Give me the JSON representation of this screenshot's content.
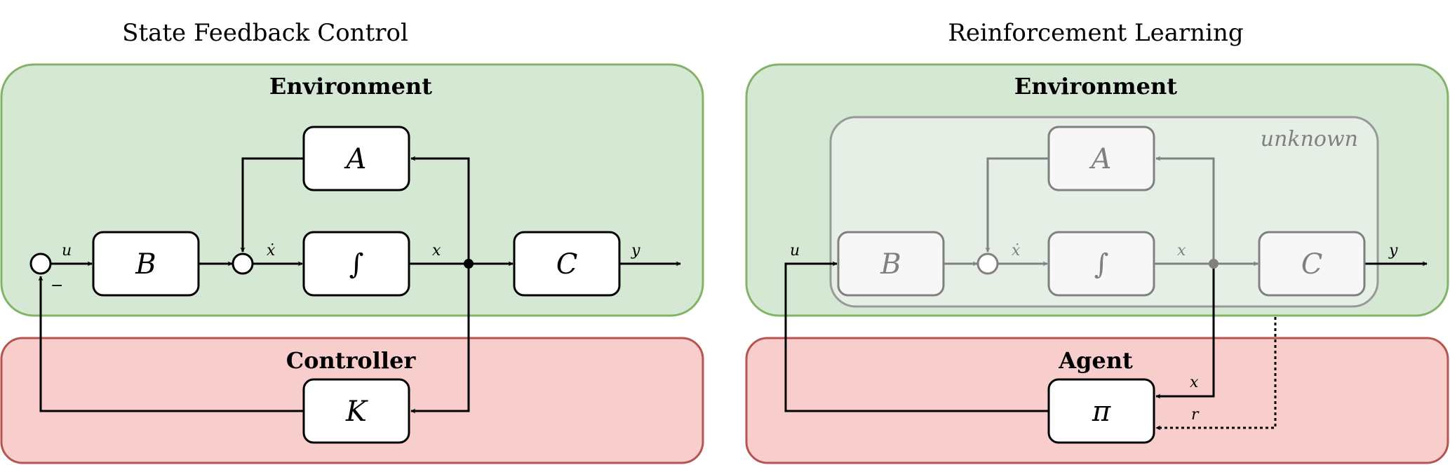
{
  "left": {
    "title": "State Feedback Control",
    "environment_label": "Environment",
    "controller_label": "Controller",
    "blocks": {
      "A": "A",
      "B": "B",
      "integrator": "∫",
      "C": "C",
      "K": "K"
    },
    "signals": {
      "u": "u",
      "xdot": "ẋ",
      "x": "x",
      "y": "y",
      "minus": "−"
    }
  },
  "right": {
    "title": "Reinforcement Learning",
    "environment_label": "Environment",
    "unknown_label": "unknown",
    "agent_label": "Agent",
    "blocks": {
      "A": "A",
      "B": "B",
      "integrator": "∫",
      "C": "C",
      "pi": "π"
    },
    "signals": {
      "u": "u",
      "xdot": "ẋ",
      "x": "x",
      "y": "y",
      "x_to_agent": "x",
      "r": "r"
    }
  },
  "colors": {
    "environment_fill": "#d5e8d4",
    "environment_stroke": "#82b366",
    "controller_fill": "#f8cecc",
    "controller_stroke": "#b85450",
    "unknown_fill": "#e6efe6",
    "unknown_stroke": "#999999",
    "gray": "#808080"
  }
}
